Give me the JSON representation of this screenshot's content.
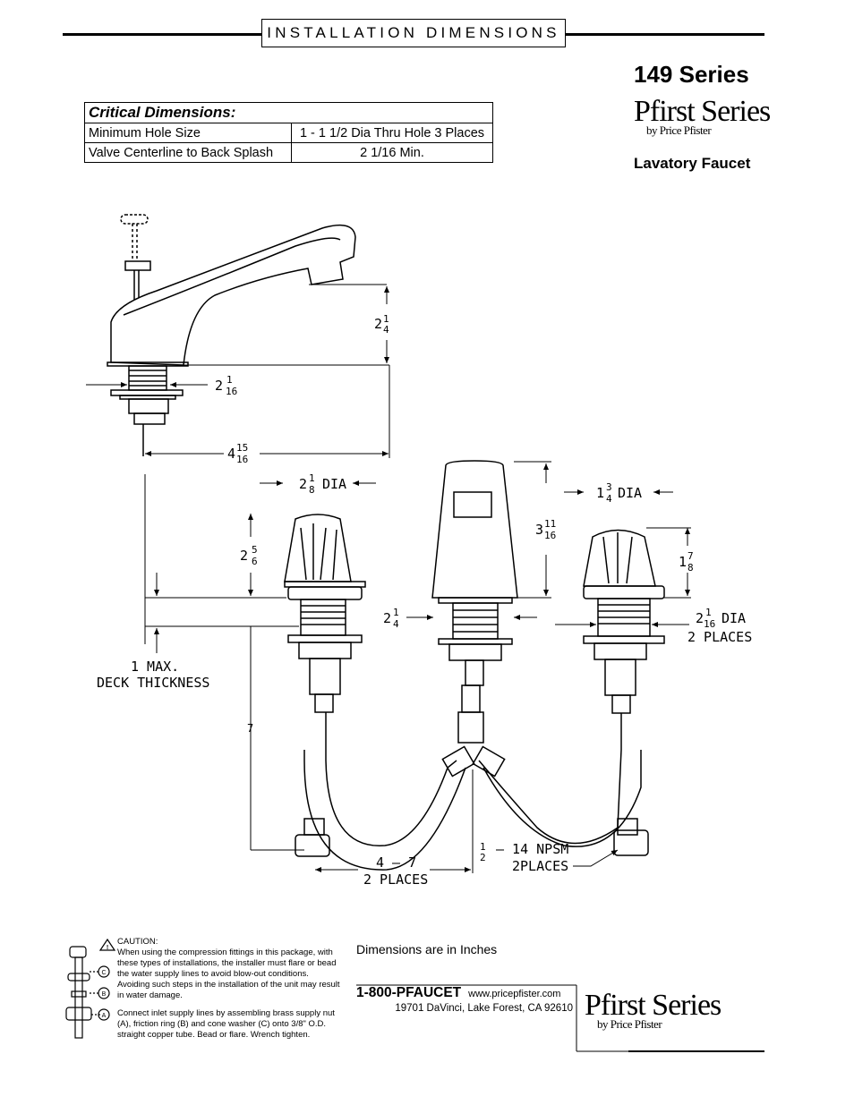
{
  "header": {
    "title": "INSTALLATION DIMENSIONS"
  },
  "product": {
    "series": "149 Series",
    "brand_line1": "Pfirst Series",
    "brand_line2": "by Price Pfister",
    "type": "Lavatory Faucet"
  },
  "critical": {
    "heading": "Critical Dimensions:",
    "rows": [
      {
        "label": "Minimum Hole Size",
        "value": "1 - 1 1/2 Dia Thru Hole 3 Places"
      },
      {
        "label": "Valve Centerline to Back Splash",
        "value": "2 1/16 Min."
      }
    ]
  },
  "dimensions": {
    "spout_height_whole": "2",
    "spout_height_num": "1",
    "spout_height_den": "4",
    "shank_whole": "2",
    "shank_num": "1",
    "shank_den": "16",
    "reach_whole": "4",
    "reach_num": "15",
    "reach_den": "16",
    "handle_dia_whole": "2",
    "handle_dia_num": "1",
    "handle_dia_den": "8",
    "handle_dia_unit": "DIA",
    "handle_h_whole": "2",
    "handle_h_num": "5",
    "handle_h_den": "6",
    "spout_body_whole": "3",
    "spout_body_num": "11",
    "spout_body_den": "16",
    "right_dia_whole": "1",
    "right_dia_num": "3",
    "right_dia_den": "4",
    "right_dia_unit": "DIA",
    "right_h_whole": "1",
    "right_h_num": "7",
    "right_h_den": "8",
    "center_shank_whole": "2",
    "center_shank_num": "1",
    "center_shank_den": "4",
    "hole_whole": "2",
    "hole_num": "1",
    "hole_den": "16",
    "hole_unit": "DIA",
    "hole_places": "2 PLACES",
    "deck_line1": "1 MAX.",
    "deck_line2": "DECK THICKNESS",
    "supply_length": "7",
    "spread_line1": "4 — 7",
    "spread_line2": "2 PLACES",
    "npsm_num": "1",
    "npsm_den": "2",
    "npsm_text": "— 14 NPSM",
    "npsm_places": "2PLACES"
  },
  "caution": {
    "title": "CAUTION:",
    "p1": "When using the compression fittings in this package, with these types of installations, the installer must flare or bead the water supply lines to avoid blow-out conditions. Avoiding such steps in the installation of the unit may result in water damage.",
    "p2": "Connect inlet supply lines by assembling brass supply nut (A), friction ring (B) and cone washer (C) onto 3/8\" O.D. straight copper tube. Bead or flare. Wrench tighten.",
    "label_a": "A",
    "label_b": "B",
    "label_c": "C"
  },
  "footer": {
    "note": "Dimensions are in Inches",
    "phone": "1-800-PFAUCET",
    "website": "www.pricepfister.com",
    "address": "19701 DaVinci, Lake Forest, CA  92610",
    "brand_line1": "Pfirst Series",
    "brand_line2": "by Price Pfister"
  }
}
